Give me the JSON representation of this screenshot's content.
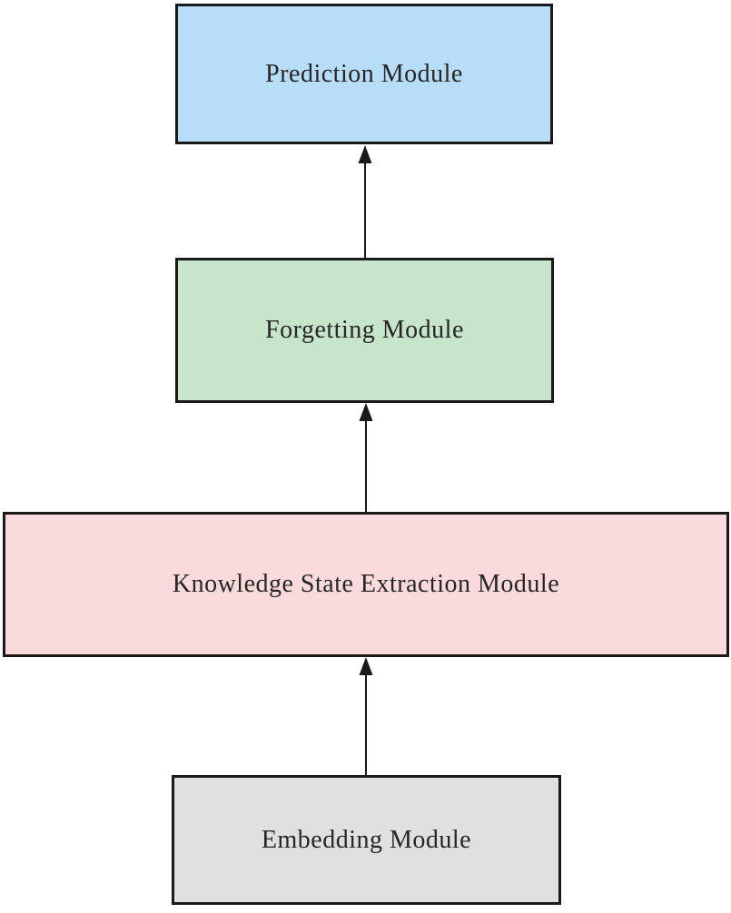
{
  "diagram": {
    "type": "flowchart",
    "direction": "bottom-to-top",
    "background": "#ffffff",
    "arrow_color": "#1a1a1a",
    "text_color": "#262626",
    "border_color": "#1a1a1a",
    "nodes": [
      {
        "id": "prediction",
        "label": "Prediction Module",
        "fill": "#b8ddf8"
      },
      {
        "id": "forgetting",
        "label": "Forgetting Module",
        "fill": "#c7e5ca"
      },
      {
        "id": "knowledge",
        "label": "Knowledge State Extraction Module",
        "fill": "#fadada"
      },
      {
        "id": "embedding",
        "label": "Embedding Module",
        "fill": "#e0e0e0"
      }
    ],
    "edges": [
      {
        "from": "embedding",
        "to": "knowledge",
        "direction": "up"
      },
      {
        "from": "knowledge",
        "to": "forgetting",
        "direction": "up"
      },
      {
        "from": "forgetting",
        "to": "prediction",
        "direction": "up"
      }
    ]
  }
}
